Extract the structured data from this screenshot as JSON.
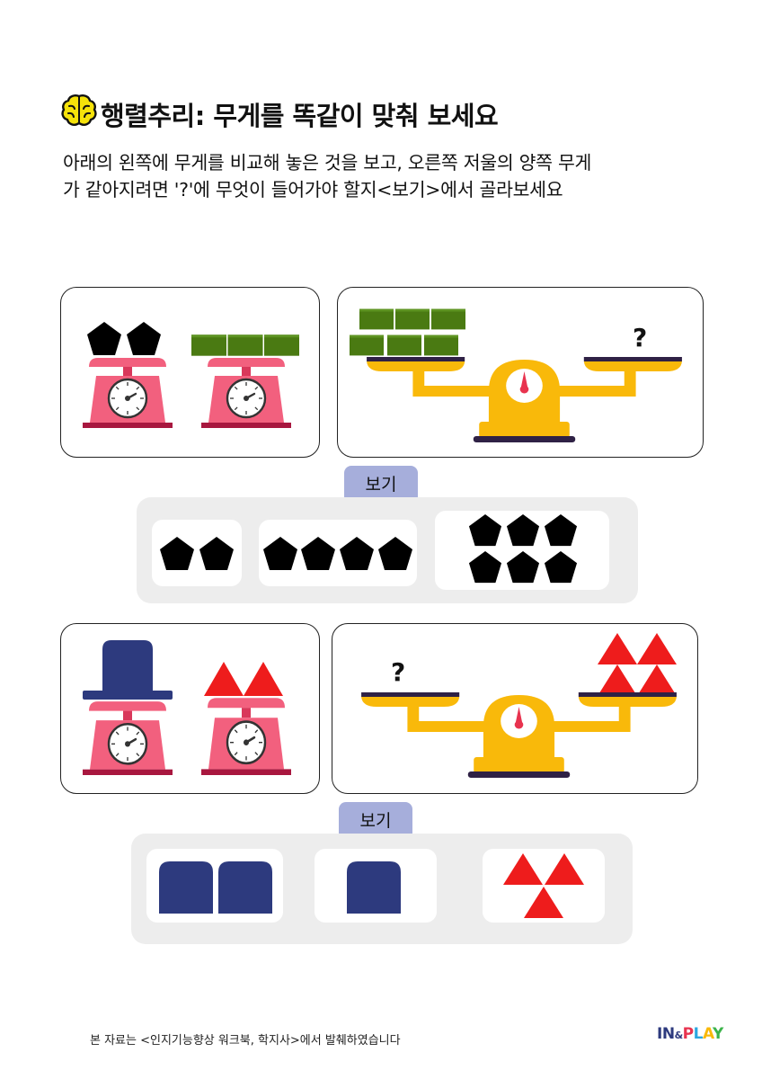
{
  "header": {
    "icon": "brain-icon",
    "title": "행렬추리: 무게를 똑같이 맞춰 보세요"
  },
  "instructions": {
    "line1": "아래의 왼쪽에 무게를 비교해 놓은 것을 보고, 오른쪽 저울의 양쪽 무게",
    "line2": "가 같아지려면 '?'에 무엇이 들어가야 할지<보기>에서 골라보세요"
  },
  "problem1": {
    "question_mark": "?",
    "bogi_label": "보기",
    "options": [
      {
        "shape": "pentagon",
        "count": 2
      },
      {
        "shape": "pentagon",
        "count": 4
      },
      {
        "shape": "pentagon",
        "count": 6
      }
    ]
  },
  "problem2": {
    "question_mark": "?",
    "bogi_label": "보기",
    "options": [
      {
        "shape": "hat",
        "count": 2
      },
      {
        "shape": "hat",
        "count": 1
      },
      {
        "shape": "triangle",
        "count": 3
      }
    ]
  },
  "colors": {
    "scale_pink": "#f2607e",
    "scale_dark": "#a8173f",
    "balance_yellow": "#f9b90a",
    "brick_green": "#4a7a12",
    "hat_navy": "#2d3a7e",
    "triangle_red": "#ee1c1c",
    "bogi_tab": "#a6aedb",
    "option_bg": "#ededed"
  },
  "footer": {
    "note": "본 자료는 <인지기능향상 워크북, 학지사>에서 발췌하였습니다",
    "logo_in": "IN",
    "logo_amp": "&",
    "logo_p": "P",
    "logo_l": "L",
    "logo_a": "A",
    "logo_y": "Y"
  }
}
